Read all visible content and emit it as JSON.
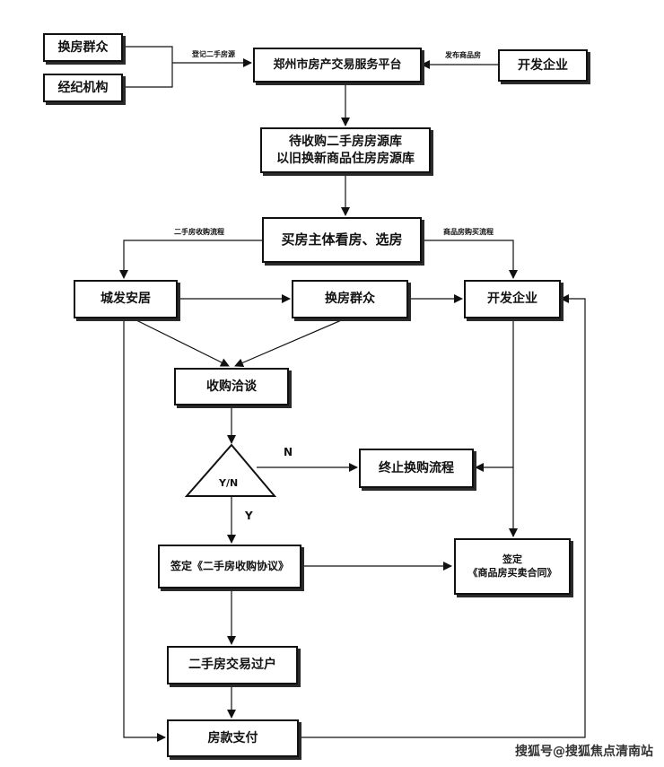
{
  "nodes": {
    "huanfang_top": "换房群众",
    "jingji": "经纪机构",
    "platform": "郑州市房产交易服务平台",
    "developer_top": "开发企业",
    "pool_line1": "待收购二手房房源库",
    "pool_line2": "以旧换新商品住房房源库",
    "select": "买房主体看房、选房",
    "chengfa": "城发安居",
    "huanfang_mid": "换房群众",
    "developer_mid": "开发企业",
    "negotiate": "收购洽谈",
    "decision": "Y/N",
    "terminate": "终止换购流程",
    "sign_agreement": "签定《二手房收购协议》",
    "sign_contract_line1": "签定",
    "sign_contract_line2": "《商品房买卖合同》",
    "transfer": "二手房交易过户",
    "payment": "房款支付"
  },
  "edge_labels": {
    "register_listing": "登记二手房源",
    "publish_listing": "发布商品房",
    "secondhand_flow": "二手房收购流程",
    "newhome_flow": "商品房购买流程",
    "no": "N",
    "yes": "Y"
  },
  "watermark": "搜狐号@搜狐焦点清南站"
}
